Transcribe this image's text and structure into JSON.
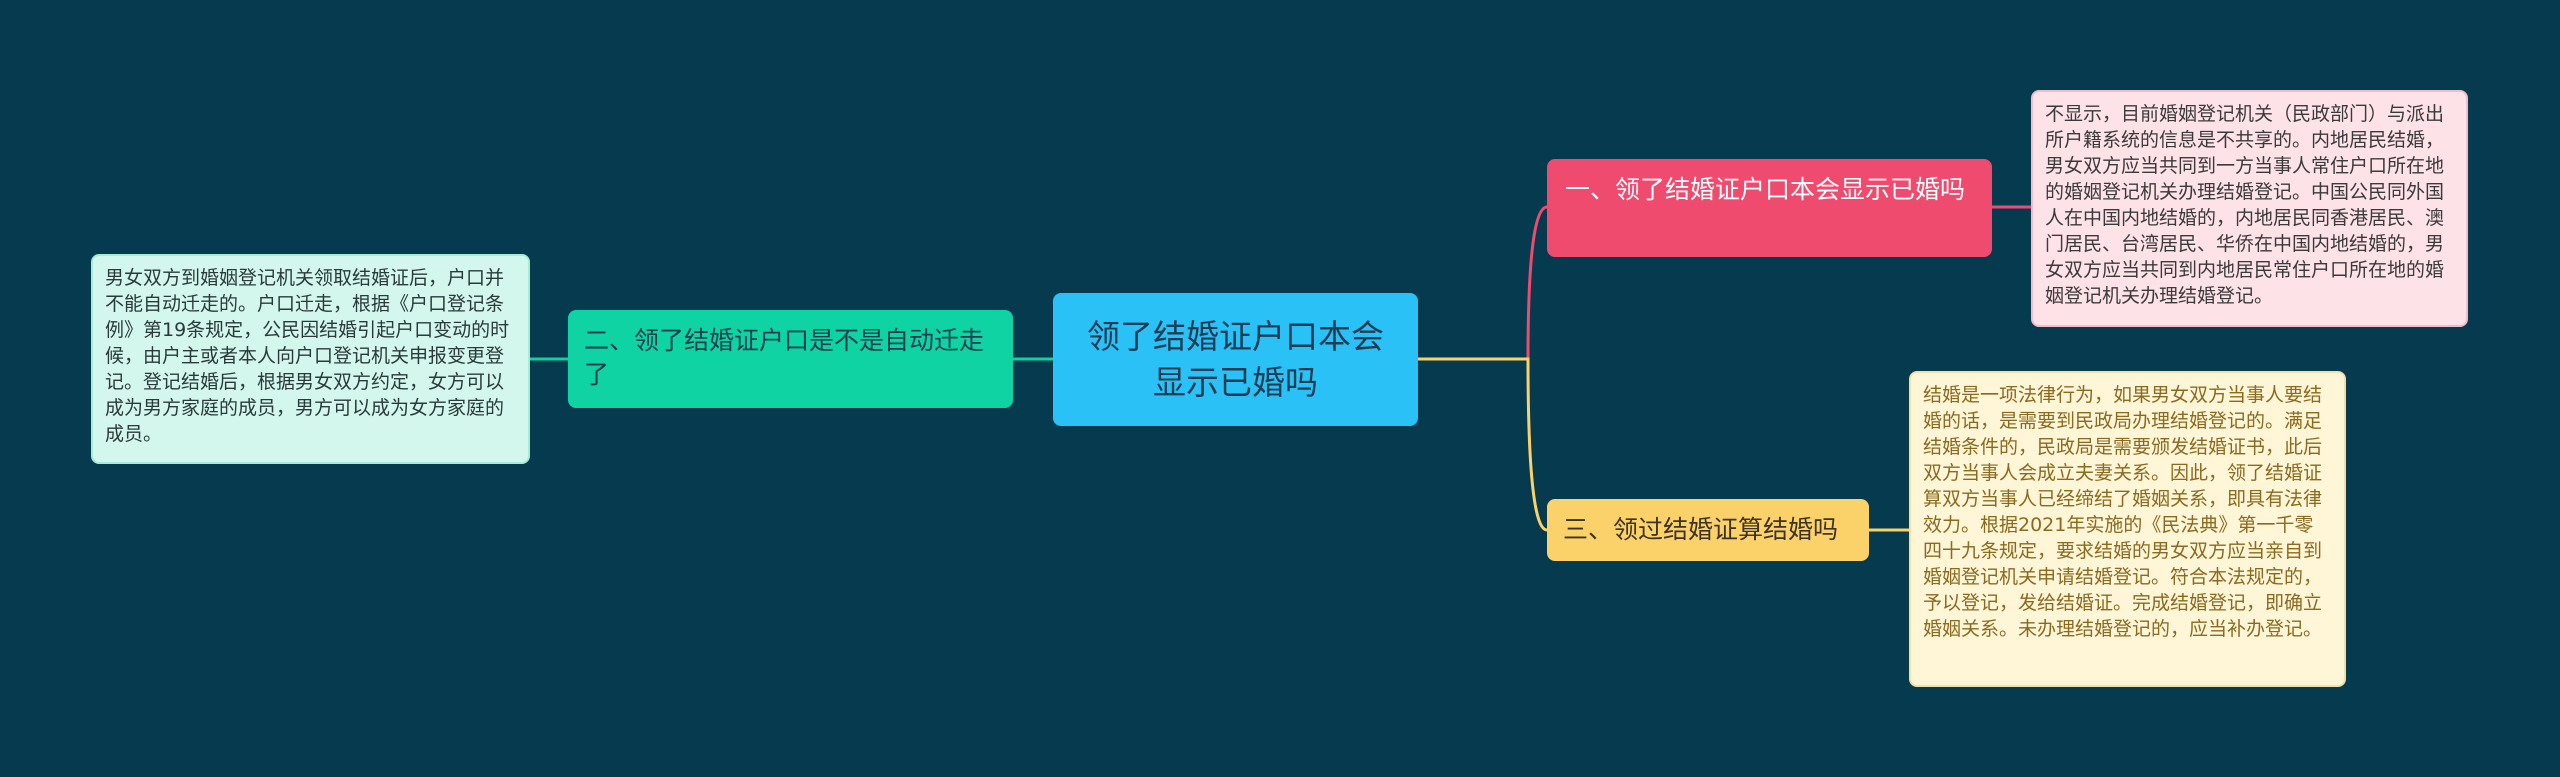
{
  "central_topic": "领了结婚证户口本会显示已婚吗",
  "branches": [
    {
      "title": "一、领了结婚证户口本会显示已婚吗",
      "detail": "不显示，目前婚姻登记机关（民政部门）与派出所户籍系统的信息是不共享的。内地居民结婚，男女双方应当共同到一方当事人常住户口所在地的婚姻登记机关办理结婚登记。中国公民同外国人在中国内地结婚的，内地居民同香港居民、澳门居民、台湾居民、华侨在中国内地结婚的，男女双方应当共同到内地居民常住户口所在地的婚姻登记机关办理结婚登记。"
    },
    {
      "title": "二、领了结婚证户口是不是自动迁走了",
      "detail": "男女双方到婚姻登记机关领取结婚证后，户口并不能自动迁走的。户口迁走，根据《户口登记条例》第19条规定，公民因结婚引起户口变动的时候，由户主或者本人向户口登记机关申报变更登记。登记结婚后，根据男女双方约定，女方可以成为男方家庭的成员，男方可以成为女方家庭的成员。"
    },
    {
      "title": "三、领过结婚证算结婚吗",
      "detail": "结婚是一项法律行为，如果男女双方当事人要结婚的话，是需要到民政局办理结婚登记的。满足结婚条件的，民政局是需要颁发结婚证书，此后双方当事人会成立夫妻关系。因此，领了结婚证算双方当事人已经缔结了婚姻关系，即具有法律效力。根据2021年实施的《民法典》第一千零四十九条规定，要求结婚的男女双方应当亲自到婚姻登记机关申请结婚登记。符合本法规定的，予以登记，发给结婚证。完成结婚登记，即确立婚姻关系。未办理结婚登记的，应当补办登记。"
    }
  ],
  "colors": {
    "background": "#063a4e",
    "center": "#29c1f6",
    "branch1": "#ef4b6f",
    "branch2": "#0fd3a3",
    "branch3": "#fbd26a",
    "leaf1": "#fde2e8",
    "leaf2": "#d3f7ec",
    "leaf3": "#fff5d7"
  }
}
